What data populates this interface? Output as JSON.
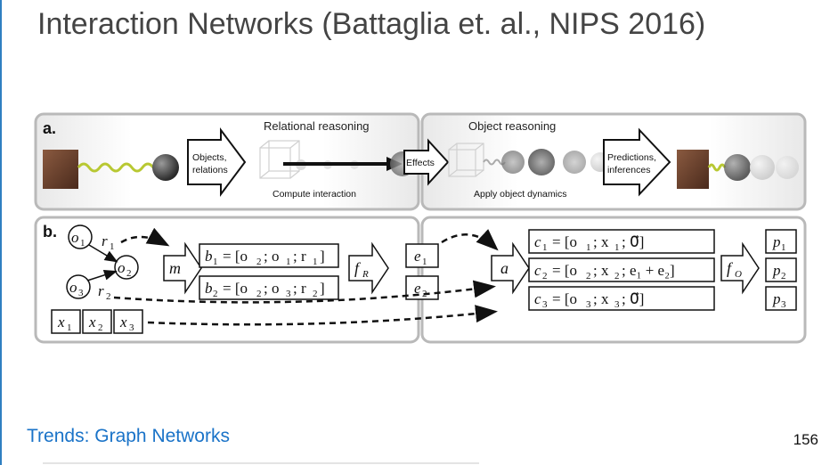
{
  "slide": {
    "title": "Interaction Networks (Battaglia et. al., NIPS 2016)",
    "footer": "Trends: Graph Networks",
    "page_number": "156"
  },
  "panel_a": {
    "label": "a.",
    "objects_relations": [
      "Objects,",
      "relations"
    ],
    "relational_reasoning": "Relational reasoning",
    "compute_interaction": "Compute interaction",
    "effects": "Effects",
    "object_reasoning": "Object reasoning",
    "apply_object_dynamics": "Apply object dynamics",
    "predictions_inferences": [
      "Predictions,",
      "inferences"
    ]
  },
  "panel_b": {
    "label": "b.",
    "nodes": [
      "o",
      "o",
      "o"
    ],
    "node_subs": [
      "1",
      "2",
      "3"
    ],
    "relations": [
      "r",
      "r"
    ],
    "relation_subs": [
      "1",
      "2"
    ],
    "externals": [
      "x",
      "x",
      "x"
    ],
    "external_subs": [
      "1",
      "2",
      "3"
    ],
    "m": "m",
    "b_rows": [
      {
        "name": "b",
        "sub": "1",
        "rhs": "= [o",
        "a_sub": "2",
        "sep": "; o",
        "b_sub": "1",
        "sep2": "; r",
        "c_sub": "1",
        "end": "]"
      },
      {
        "name": "b",
        "sub": "2",
        "rhs": "= [o",
        "a_sub": "2",
        "sep": "; o",
        "b_sub": "3",
        "sep2": "; r",
        "c_sub": "2",
        "end": "]"
      }
    ],
    "fR": "f",
    "fR_sub": "R",
    "effects": [
      "e",
      "e"
    ],
    "effect_subs": [
      "1",
      "2"
    ],
    "a": "a",
    "c_rows": [
      {
        "name": "c",
        "sub": "1",
        "text": "= [o",
        "a_sub": "1",
        "mid": "; x",
        "b_sub": "1",
        "tail": "; 0⃗]"
      },
      {
        "name": "c",
        "sub": "2",
        "text": "= [o",
        "a_sub": "2",
        "mid": "; x",
        "b_sub": "2",
        "tail": "; e₁ + e₂]"
      },
      {
        "name": "c",
        "sub": "3",
        "text": "= [o",
        "a_sub": "3",
        "mid": "; x",
        "b_sub": "3",
        "tail": "; 0⃗]"
      }
    ],
    "fO": "f",
    "fO_sub": "O",
    "predictions": [
      "p",
      "p",
      "p"
    ],
    "prediction_subs": [
      "1",
      "2",
      "3"
    ]
  },
  "colors": {
    "title": "#444444",
    "footer": "#1a73c8",
    "panel_border": "#b9b9b9",
    "spring": "#b8c832",
    "cube": "#6b3f2c"
  }
}
